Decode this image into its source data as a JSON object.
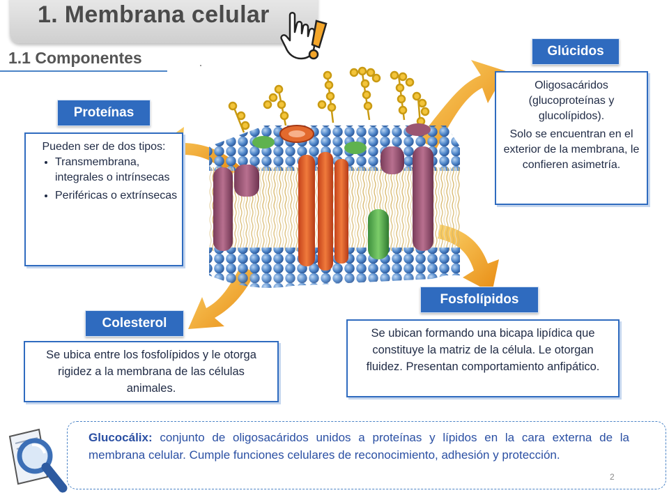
{
  "header": {
    "title": "1. Membrana celular",
    "subtitle": "1.1 Componentes"
  },
  "proteinas": {
    "label": "Proteínas",
    "intro": "Pueden ser de dos tipos:",
    "items": [
      "Transmembrana, integrales o intrínsecas",
      "Periféricas o extrínsecas"
    ]
  },
  "glucidos": {
    "label": "Glúcidos",
    "text1": "Oligosacáridos (glucoproteínas y glucolípidos).",
    "text2": "Solo se encuentran en el exterior de la membrana, le confieren asimetría."
  },
  "colesterol": {
    "label": "Colesterol",
    "text": "Se ubica entre los fosfolípidos y le otorga rigidez a la membrana de las células animales."
  },
  "fosfolipidos": {
    "label": "Fosfolípidos",
    "text": "Se ubican formando una bicapa lipídica que constituye la matriz de la célula. Le otorgan fluidez. Presentan comportamiento anfipático."
  },
  "note": {
    "term": "Glucocálix:",
    "text": " conjunto de oligosacáridos unidos a proteínas y lípidos en la   cara externa de la membrana celular. Cumple funciones celulares de   reconocimiento, adhesión y protección."
  },
  "page_number": "2",
  "colors": {
    "label_bg": "#2f6bbf",
    "box_border": "#2f6bbf",
    "arrow": "#f2a531",
    "note_text": "#2a4fa3"
  },
  "icons": [
    "pointing-hand-icon",
    "exclamation-icon",
    "magnifier-icon",
    "document-icon"
  ]
}
